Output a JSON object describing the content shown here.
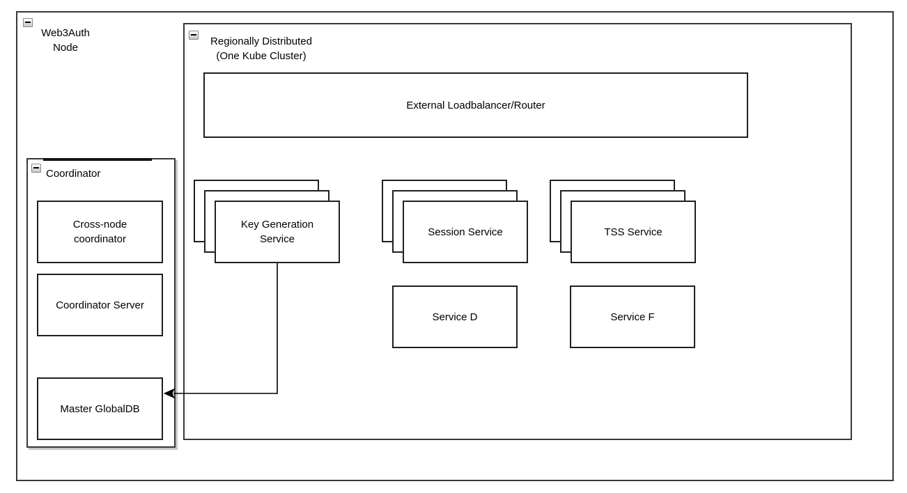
{
  "diagram": {
    "title": "Web3Auth Node architecture diagram",
    "colors": {
      "background": "#ffffff",
      "container_border": "#383838",
      "box_border": "#1f1f1f",
      "coordinator_shadow": "#c6c6c6",
      "text": "#000000",
      "connector": "#000000"
    },
    "containers": {
      "web3auth_node": {
        "label": "Web3Auth\nNode",
        "collapse_icon": "minus"
      },
      "regionally_distributed": {
        "label": "Regionally Distributed\n(One Kube Cluster)",
        "collapse_icon": "minus"
      },
      "coordinator": {
        "label": "Coordinator",
        "collapse_icon": "minus"
      }
    },
    "nodes": {
      "external_loadbalancer": {
        "label": "External Loadbalancer/Router"
      },
      "key_generation_service": {
        "label": "Key Generation\nService",
        "stacked_replicas": 3
      },
      "session_service": {
        "label": "Session Service",
        "stacked_replicas": 3
      },
      "tss_service": {
        "label": "TSS Service",
        "stacked_replicas": 3
      },
      "service_d": {
        "label": "Service D"
      },
      "service_f": {
        "label": "Service F"
      },
      "cross_node_coordinator": {
        "label": "Cross-node\ncoordinator"
      },
      "coordinator_server": {
        "label": "Coordinator Server"
      },
      "master_globaldb": {
        "label": "Master GlobalDB"
      }
    },
    "connectors": [
      {
        "from": "key_generation_service",
        "to": "master_globaldb",
        "type": "orthogonal-arrow",
        "arrowhead": "classic-left"
      }
    ]
  }
}
